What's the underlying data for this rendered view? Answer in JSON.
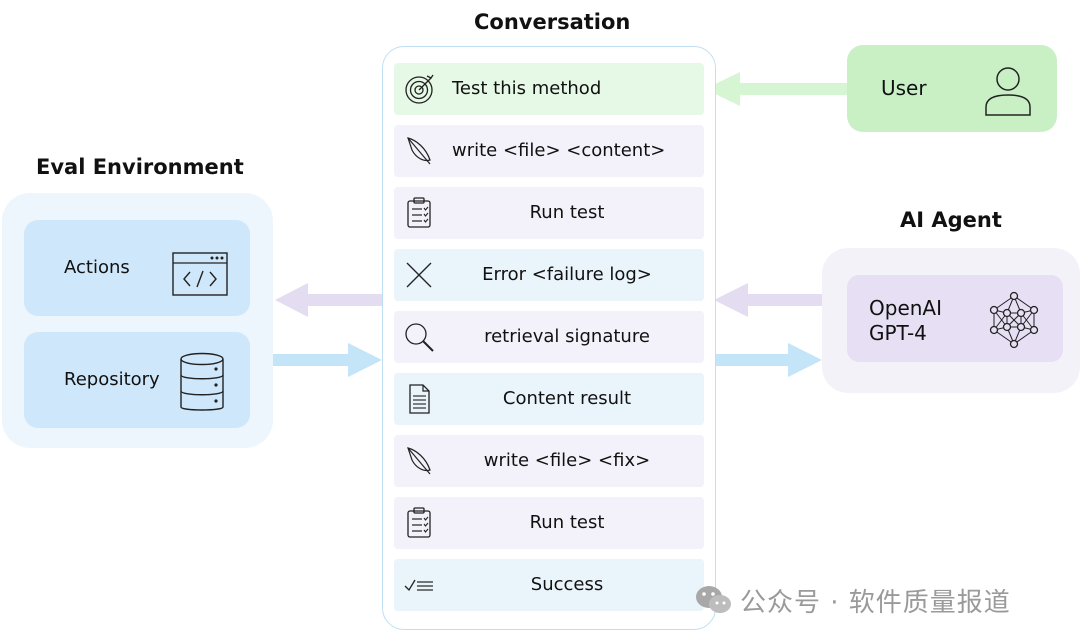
{
  "titles": {
    "conversation": "Conversation",
    "eval_environment": "Eval Environment",
    "ai_agent": "AI Agent"
  },
  "conversation": {
    "items": [
      {
        "label": "Test this method",
        "icon": "target-icon"
      },
      {
        "label": "write <file> <content>",
        "icon": "quill-icon"
      },
      {
        "label": "Run test",
        "icon": "clipboard-checklist-icon"
      },
      {
        "label": "Error <failure log>",
        "icon": "x-icon"
      },
      {
        "label": "retrieval signature",
        "icon": "search-icon"
      },
      {
        "label": "Content result",
        "icon": "document-icon"
      },
      {
        "label": "write <file> <fix>",
        "icon": "quill-icon"
      },
      {
        "label": "Run test",
        "icon": "clipboard-checklist-icon"
      },
      {
        "label": "Success",
        "icon": "checklist-icon"
      }
    ]
  },
  "eval": {
    "actions_label": "Actions",
    "repository_label": "Repository"
  },
  "user": {
    "label": "User"
  },
  "agent": {
    "line1": "OpenAI",
    "line2": "GPT-4"
  },
  "watermark": "公众号 · 软件质量报道",
  "colors": {
    "user_green": "#c9f0c5",
    "arrow_green": "#d6f5d2",
    "arrow_purple": "#e4dcf0",
    "arrow_blue": "#c4e4f8",
    "eval_card": "#cfe7fa",
    "agent_card": "#e7dff3"
  }
}
